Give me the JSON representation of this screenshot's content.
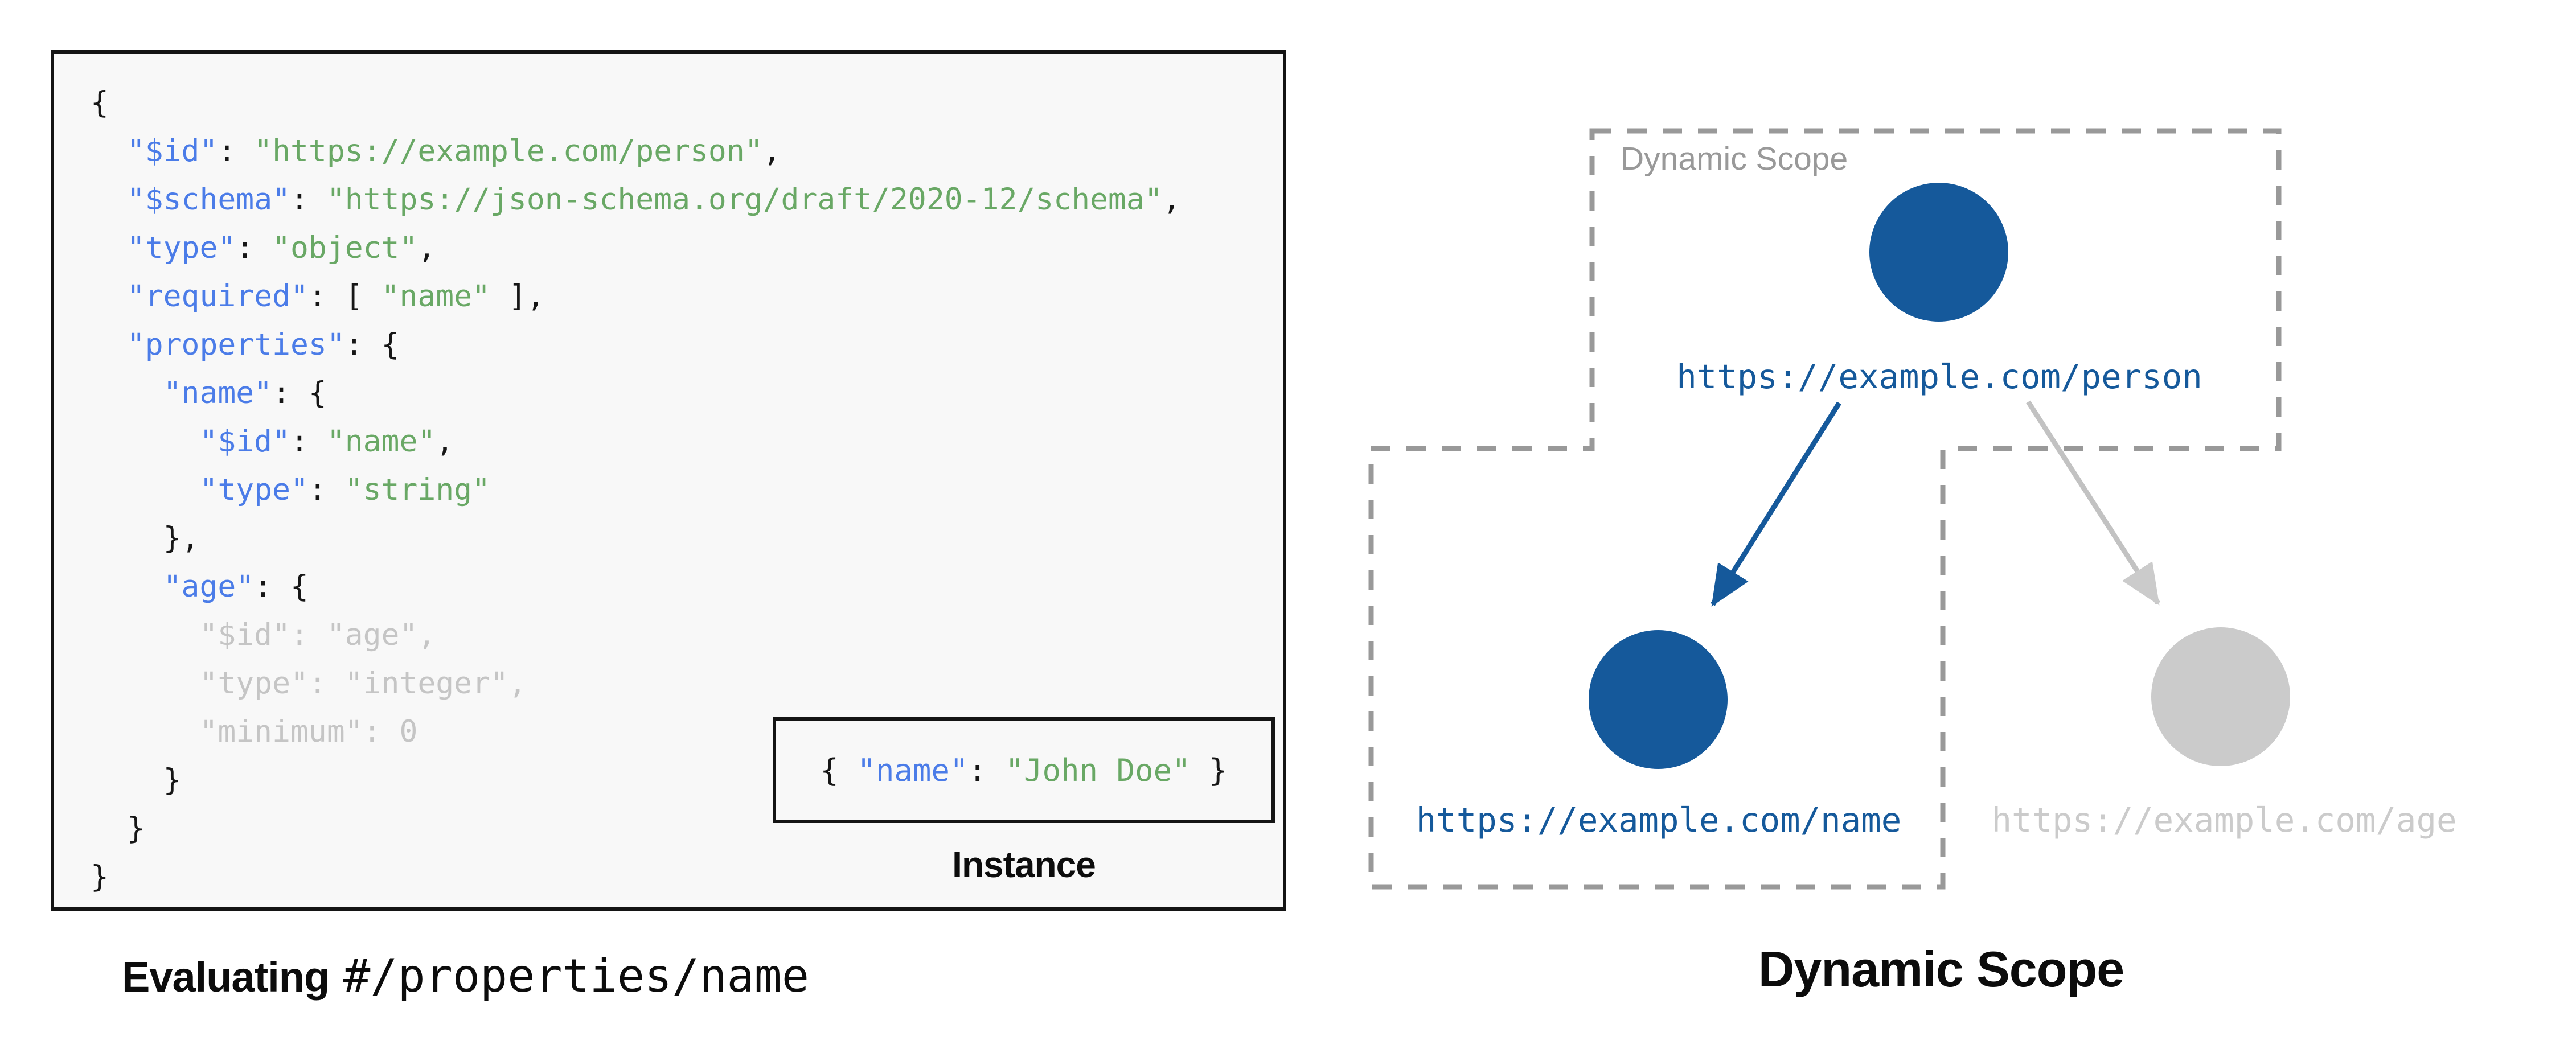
{
  "palette": {
    "box_bg": "#F8F8F8",
    "punct_black": "#161616",
    "key_blue": "#4B7CE8",
    "string_green": "#69A865",
    "dim_gray": "#C5C5C5",
    "node_blue": "#15599B",
    "node_gray": "#CBCBCB",
    "arrow_gray": "#C2C2C2",
    "dash_gray": "#999999"
  },
  "left": {
    "code_lines": [
      [
        [
          "p",
          "{"
        ]
      ],
      [
        [
          "p",
          "  "
        ],
        [
          "k",
          "\"$id\""
        ],
        [
          "p",
          ": "
        ],
        [
          "s",
          "\"https://example.com/person\""
        ],
        [
          "p",
          ","
        ]
      ],
      [
        [
          "p",
          "  "
        ],
        [
          "k",
          "\"$schema\""
        ],
        [
          "p",
          ": "
        ],
        [
          "s",
          "\"https://json-schema.org/draft/2020-12/schema\""
        ],
        [
          "p",
          ","
        ]
      ],
      [
        [
          "p",
          "  "
        ],
        [
          "k",
          "\"type\""
        ],
        [
          "p",
          ": "
        ],
        [
          "s",
          "\"object\""
        ],
        [
          "p",
          ","
        ]
      ],
      [
        [
          "p",
          "  "
        ],
        [
          "k",
          "\"required\""
        ],
        [
          "p",
          ": [ "
        ],
        [
          "s",
          "\"name\""
        ],
        [
          "p",
          " ],"
        ]
      ],
      [
        [
          "p",
          "  "
        ],
        [
          "k",
          "\"properties\""
        ],
        [
          "p",
          ": {"
        ]
      ],
      [
        [
          "p",
          "    "
        ],
        [
          "k",
          "\"name\""
        ],
        [
          "p",
          ": {"
        ]
      ],
      [
        [
          "p",
          "      "
        ],
        [
          "k",
          "\"$id\""
        ],
        [
          "p",
          ": "
        ],
        [
          "s",
          "\"name\""
        ],
        [
          "p",
          ","
        ]
      ],
      [
        [
          "p",
          "      "
        ],
        [
          "k",
          "\"type\""
        ],
        [
          "p",
          ": "
        ],
        [
          "s",
          "\"string\""
        ]
      ],
      [
        [
          "p",
          "    },"
        ]
      ],
      [
        [
          "p",
          "    "
        ],
        [
          "k",
          "\"age\""
        ],
        [
          "p",
          ": {"
        ]
      ],
      [
        [
          "d",
          "      \"$id\": \"age\","
        ]
      ],
      [
        [
          "d",
          "      \"type\": \"integer\","
        ]
      ],
      [
        [
          "d",
          "      \"minimum\": 0"
        ]
      ],
      [
        [
          "p",
          "    }"
        ]
      ],
      [
        [
          "p",
          "  }"
        ]
      ],
      [
        [
          "p",
          "}"
        ]
      ]
    ],
    "instance_tokens": [
      [
        [
          "p",
          "{ "
        ],
        [
          "k",
          "\"name\""
        ],
        [
          "p",
          ": "
        ],
        [
          "s",
          "\"John Doe\""
        ],
        [
          "p",
          " }"
        ]
      ]
    ],
    "instance_label": "Instance",
    "caption_bold": "Evaluating",
    "caption_mono": "#/properties/name"
  },
  "right": {
    "scope_tag": "Dynamic Scope",
    "caption": "Dynamic Scope",
    "person_url": "https://example.com/person",
    "name_url": "https://example.com/name",
    "age_url": "https://example.com/age"
  }
}
